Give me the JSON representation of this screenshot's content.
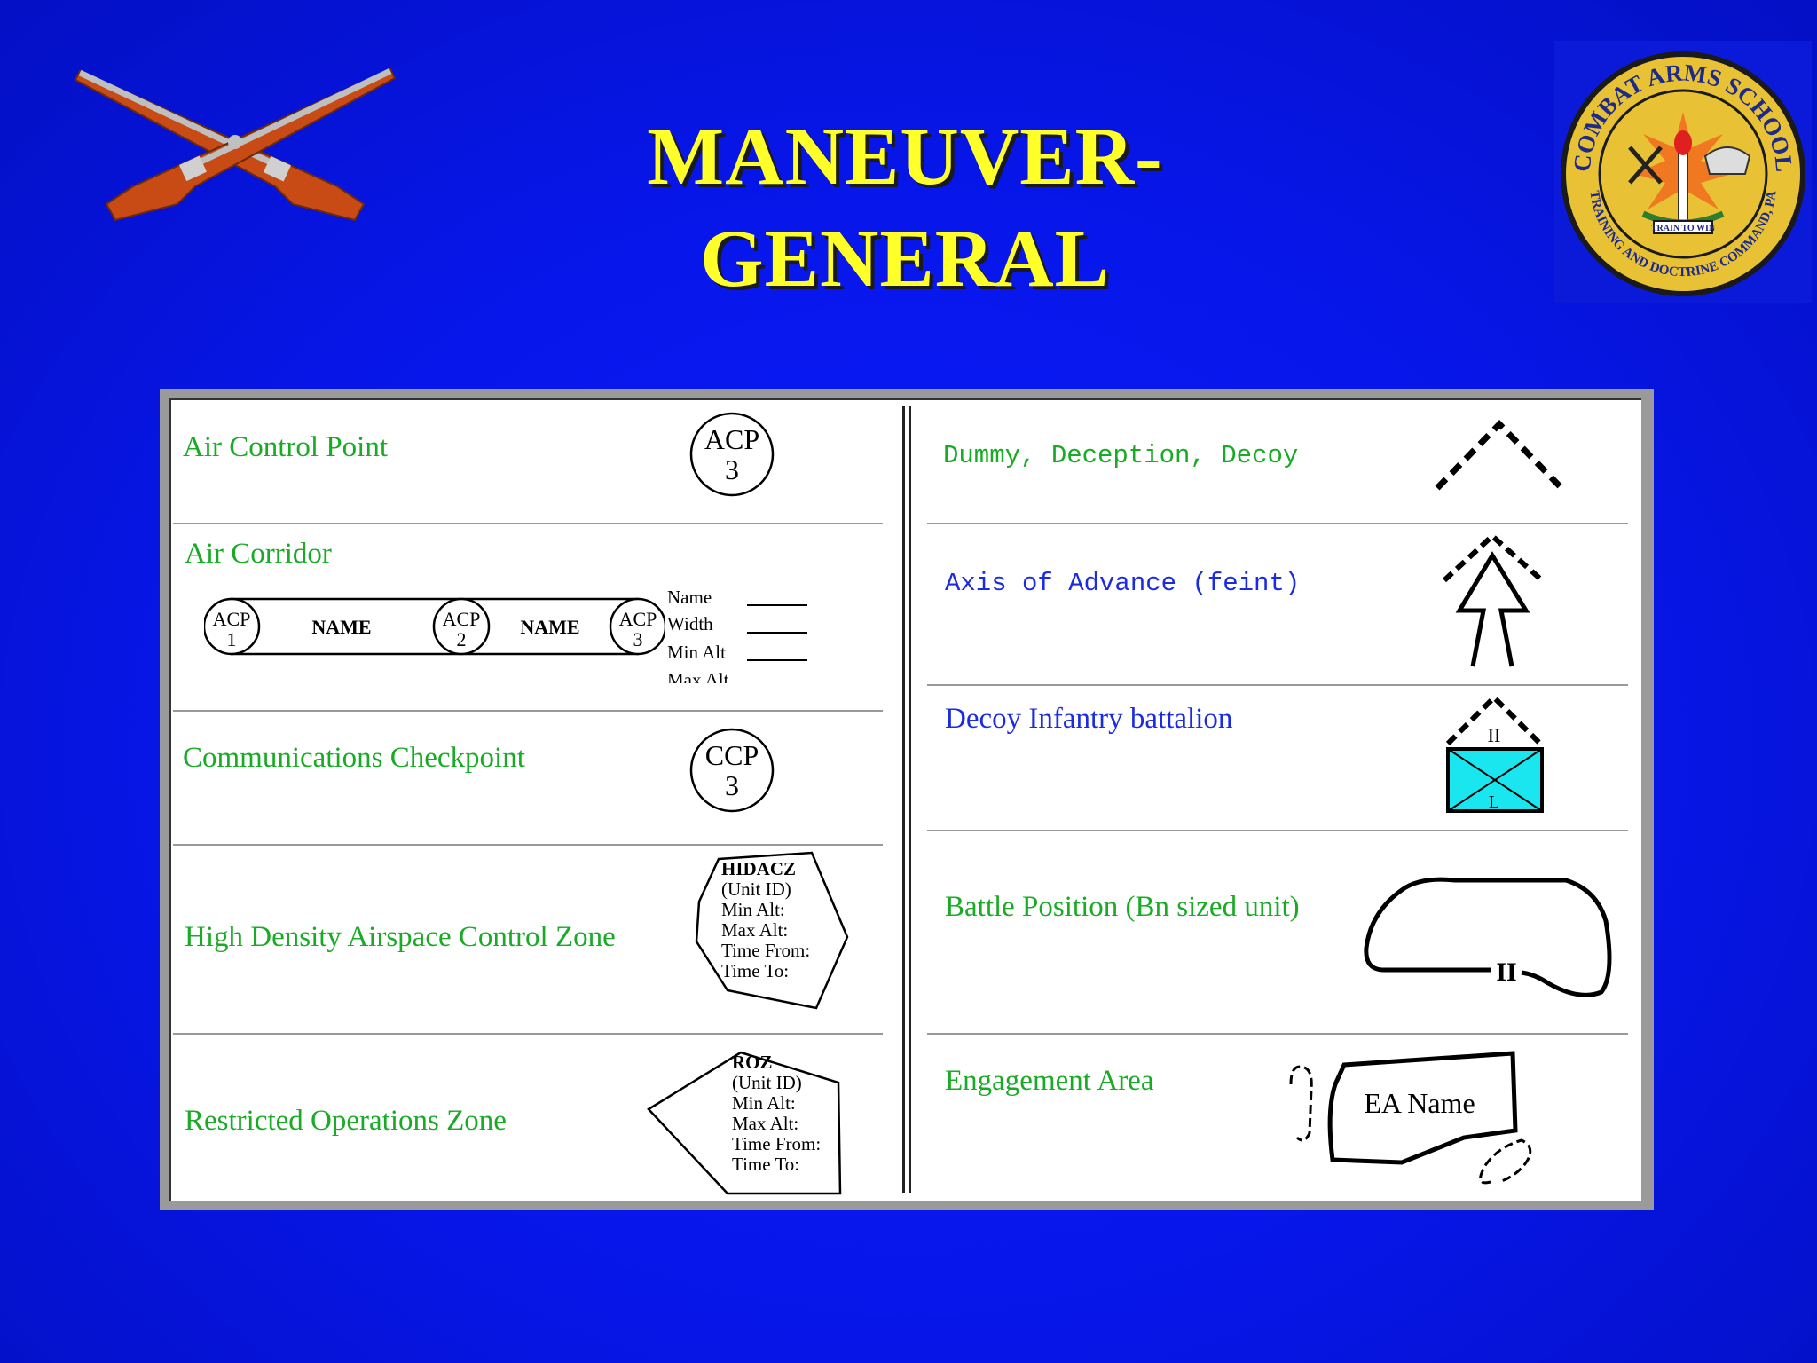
{
  "title": {
    "line1": "MANEUVER-",
    "line2": "GENERAL"
  },
  "seal": {
    "top_text": "COMBAT ARMS SCHOOL",
    "bottom_text": "TRAINING AND DOCTRINE COMMAND, PA",
    "ribbon_text": "TRAIN TO WIN"
  },
  "left_column": [
    {
      "label": "Air Control Point",
      "symbol_lines": [
        "ACP",
        "3"
      ]
    },
    {
      "label": "Air Corridor",
      "points": [
        {
          "top": "ACP",
          "num": "1"
        },
        {
          "top": "ACP",
          "num": "2"
        },
        {
          "top": "ACP",
          "num": "3"
        }
      ],
      "segment_label": "NAME",
      "fields": [
        "Name",
        "Width",
        "Min Alt",
        "Max Alt"
      ]
    },
    {
      "label": "Communications Checkpoint",
      "symbol_lines": [
        "CCP",
        "3"
      ]
    },
    {
      "label": "High Density Airspace Control Zone",
      "symbol_lines": [
        "HIDACZ",
        "(Unit ID)",
        "Min Alt:",
        "Max Alt:",
        "Time From:",
        "Time To:"
      ]
    },
    {
      "label": "Restricted Operations Zone",
      "symbol_lines": [
        "ROZ",
        "(Unit ID)",
        "Min Alt:",
        "Max Alt:",
        "Time From:",
        "Time To:"
      ]
    }
  ],
  "right_column": [
    {
      "label": "Dummy, Deception, Decoy",
      "color": "#1aab26"
    },
    {
      "label": "Axis of Advance (feint)",
      "color": "#1b2ce0"
    },
    {
      "label": "Decoy Infantry battalion",
      "color": "#1b2ce0",
      "echelon": "II",
      "unit_mark": "L"
    },
    {
      "label": "Battle Position (Bn sized unit)",
      "color": "#1aab26",
      "echelon": "II"
    },
    {
      "label": "Engagement Area",
      "color": "#1aab26",
      "symbol_text": "EA Name"
    }
  ],
  "colors": {
    "background": "#0716e8",
    "title": "#ffff2a",
    "label_green": "#1aab26",
    "label_blue": "#1b2ce0",
    "decoy_fill": "#1ae6f0"
  }
}
